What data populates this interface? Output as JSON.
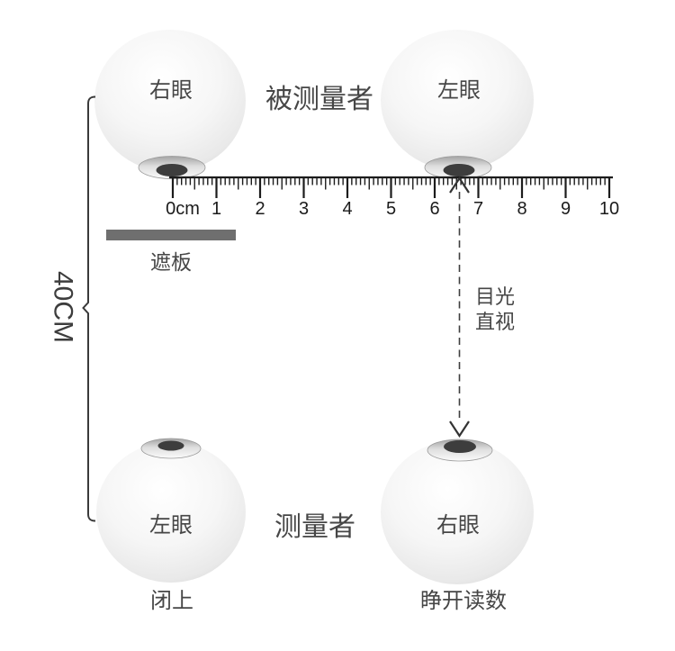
{
  "top_row": {
    "left_eye_label": "右眼",
    "center_label": "被测量者",
    "right_eye_label": "左眼"
  },
  "bottom_row": {
    "left_eye_label": "左眼",
    "center_label": "测量者",
    "right_eye_label": "右眼",
    "left_caption": "闭上",
    "right_caption": "睁开读数"
  },
  "ruler": {
    "unit_labels": [
      "0cm",
      "1",
      "2",
      "3",
      "4",
      "5",
      "6",
      "7",
      "8",
      "9",
      "10"
    ]
  },
  "occluder": {
    "label": "遮板",
    "bar_color": "#6f6f6f"
  },
  "distance": {
    "label": "40CM"
  },
  "gaze": {
    "label_line1": "目光",
    "label_line2": "直视"
  },
  "colors": {
    "text": "#464646",
    "ruler": "#1c1c1c",
    "pupil": "#3d3d3d",
    "line": "#3a3a3a"
  }
}
